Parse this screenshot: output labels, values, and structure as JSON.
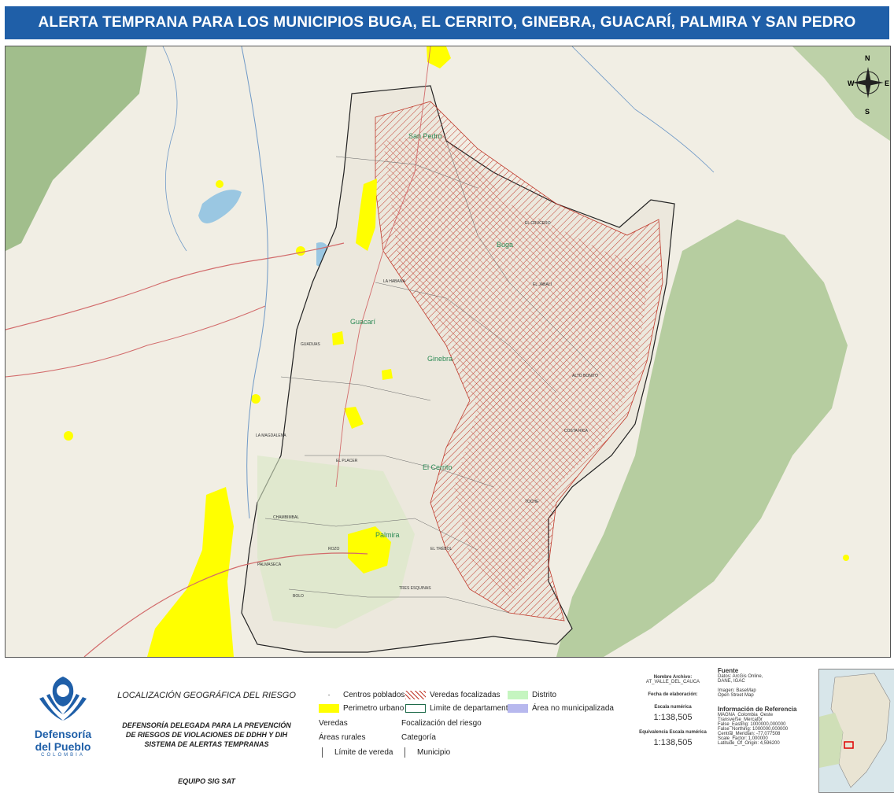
{
  "title": "ALERTA TEMPRANA PARA LOS MUNICIPIOS BUGA, EL CERRITO, GINEBRA, GUACARÍ, PALMIRA Y SAN PEDRO",
  "map": {
    "compass": {
      "n": "N",
      "s": "S",
      "e": "E",
      "w": "W"
    },
    "municipality_labels": [
      "San Pedro",
      "Buga",
      "Guacarí",
      "Ginebra",
      "El Cerrito",
      "Palmira"
    ],
    "vereda_labels": [
      "EL CRUCERO",
      "EL JABALÍ",
      "EL PLACER",
      "COSTA RICA",
      "ALTO BONITO",
      "TOCHE",
      "LA MAGDALENA",
      "CHAMBIMBAL",
      "EL TRÉBOL",
      "GUADUAS",
      "TRES ESQUINAS",
      "LA HABANA",
      "ROZO",
      "BOLO",
      "PALMASECA"
    ]
  },
  "logo": {
    "line1": "Defensoría",
    "line2": "del Pueblo",
    "country": "COLOMBIA"
  },
  "doc": {
    "heading": "LOCALIZACIÓN GEOGRÁFICA DEL RIESGO",
    "line1": "DEFENSORÍA DELEGADA PARA LA PREVENCIÓN",
    "line2": "DE RIESGOS DE VIOLACIONES DE DDHH Y DIH",
    "line3": "SISTEMA DE ALERTAS TEMPRANAS",
    "team": "EQUIPO SIG SAT"
  },
  "legend": {
    "centros_poblados": "Centros poblados",
    "veredas_focalizadas": "Veredas focalizadas",
    "distrito": "Distrito",
    "perimetro_urbano": "Perimetro urbano",
    "limite_departamento": "Limite de departamento",
    "area_no_municipalizada": "Área no municipalizada",
    "veredas": "Veredas",
    "focalizacion": "Focalización del riesgo",
    "areas_rurales": "Áreas rurales",
    "categoria": "Categoría",
    "limite_vereda": "Límite de vereda",
    "municipio": "Municipio"
  },
  "meta": {
    "nombre_archivo_label": "Nombre Archivo:",
    "nombre_archivo": "AT_VALLE_DEL_CAUCA",
    "fecha_label": "Fecha de elaboración:",
    "escala_label": "Escala numérica",
    "escala": "1:138,505",
    "equivalencia_label": "Equivalencia Escala numérica",
    "equivalencia": "1:138,505"
  },
  "reference": {
    "fuente_label": "Fuente",
    "fuente1": "Datos: ArcGis Online,",
    "fuente2": "DANE, IGAC",
    "imagen1": "Imagen: BaseMap",
    "imagen2": "Open Street Map",
    "info_label": "Información de Referencia",
    "lines": [
      "MAGNA_Colombia_Oeste",
      "Transverse_Mercator",
      "False_Easting: 1000000,000000",
      "False_Northing: 1000000,000000",
      "Central_Meridian: -77,077508",
      "Scale_Factor: 1,000000",
      "Latitude_Of_Origin: 4,596200"
    ]
  },
  "colors": {
    "title_bar": "#1f5fa8",
    "urban": "#ffff00",
    "hatch": "#c0392b",
    "forest": "#8fb37a"
  }
}
